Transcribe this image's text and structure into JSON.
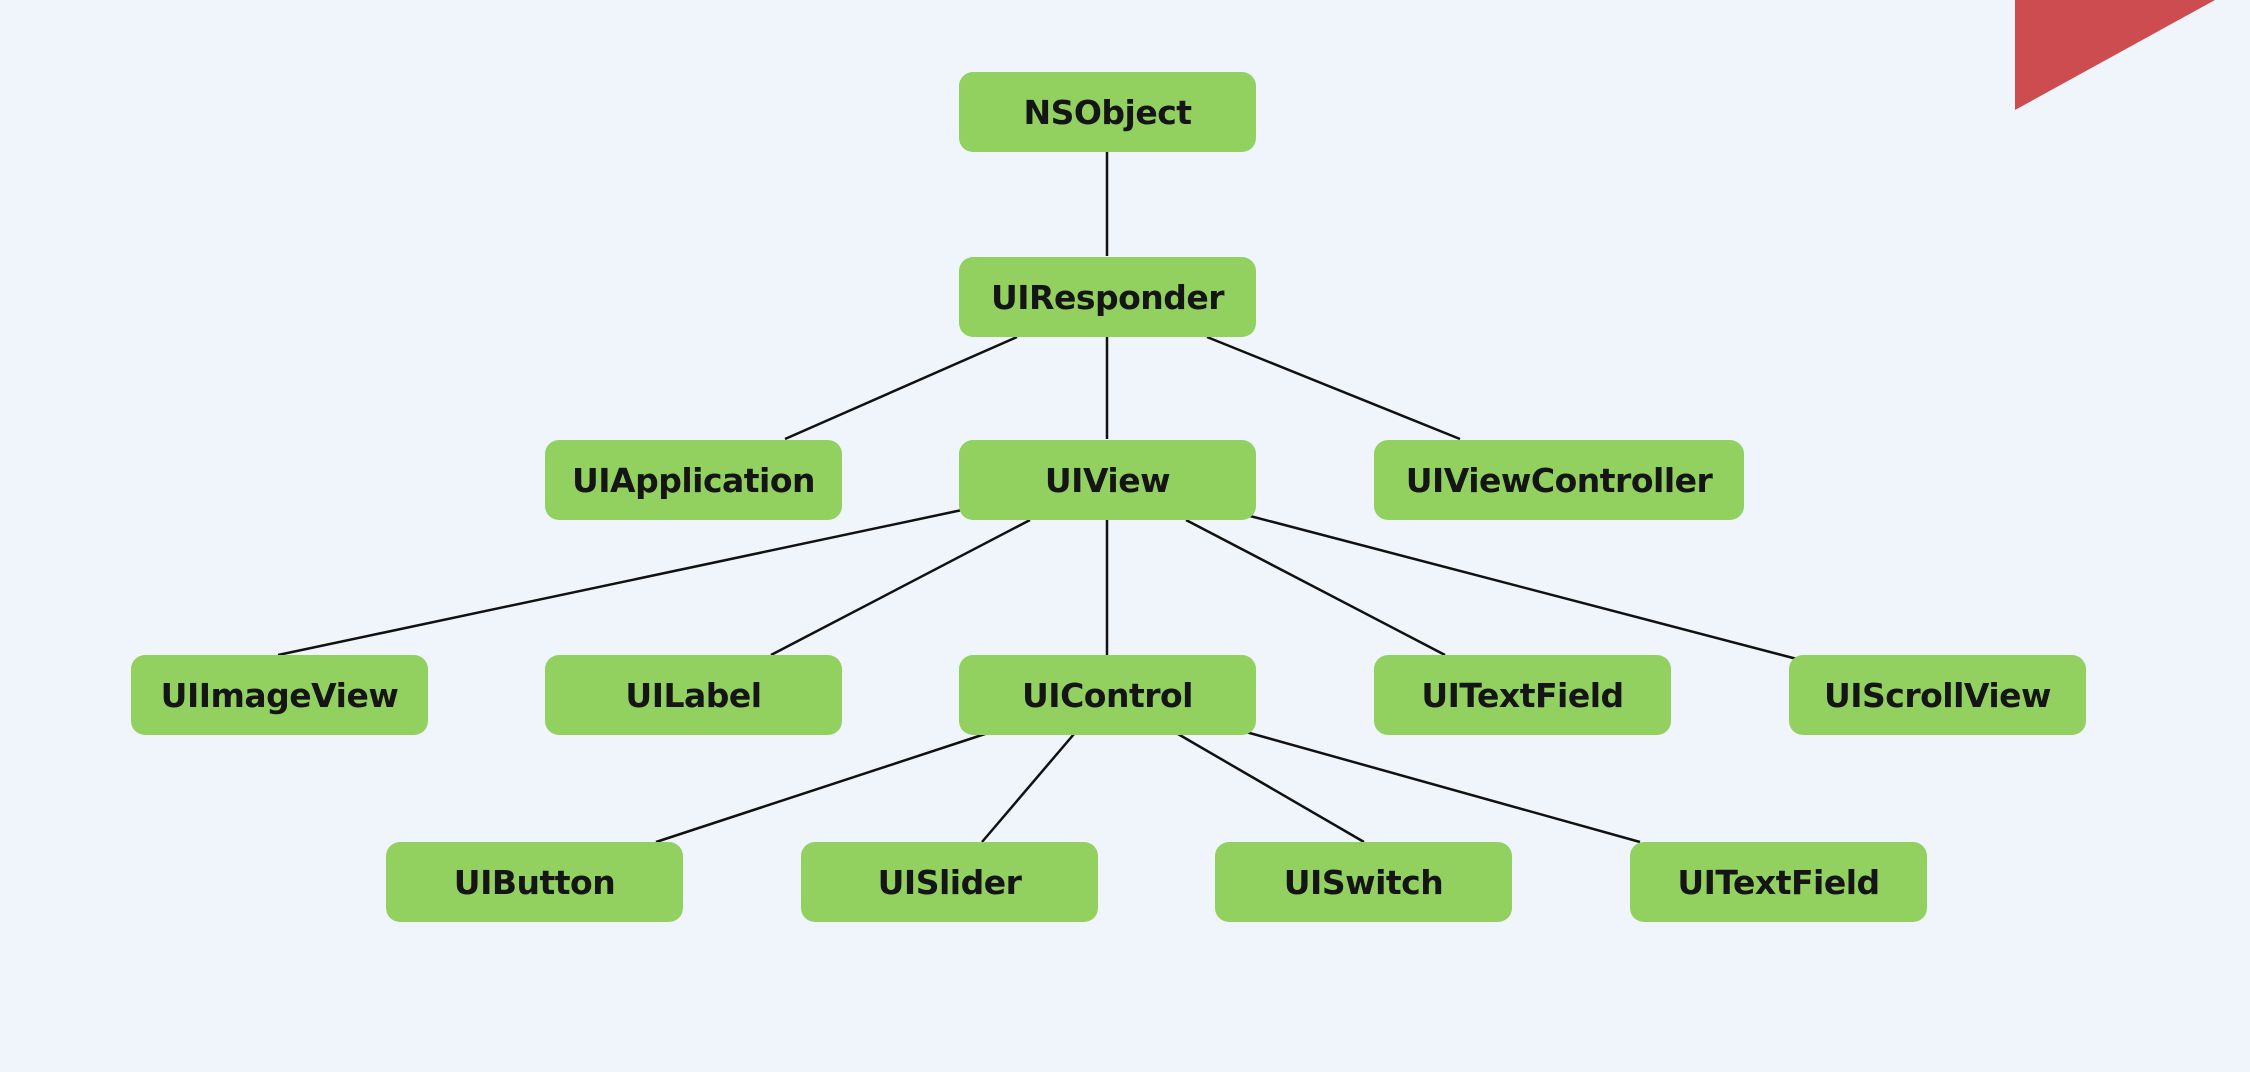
{
  "diagram": {
    "nodes": {
      "nsobject": "NSObject",
      "uiresponder": "UIResponder",
      "uiapplication": "UIApplication",
      "uiview": "UIView",
      "uiviewcontroller": "UIViewController",
      "uiimageview": "UIImageView",
      "uilabel": "UILabel",
      "uicontrol": "UIControl",
      "uitextfield_view": "UITextField",
      "uiscrollview": "UIScrollView",
      "uibutton": "UIButton",
      "uislider": "UISlider",
      "uiswitch": "UISwitch",
      "uitextfield_control": "UITextField"
    },
    "edges": [
      [
        "nsobject",
        "uiresponder"
      ],
      [
        "uiresponder",
        "uiapplication"
      ],
      [
        "uiresponder",
        "uiview"
      ],
      [
        "uiresponder",
        "uiviewcontroller"
      ],
      [
        "uiview",
        "uiimageview"
      ],
      [
        "uiview",
        "uilabel"
      ],
      [
        "uiview",
        "uicontrol"
      ],
      [
        "uiview",
        "uitextfield_view"
      ],
      [
        "uiview",
        "uiscrollview"
      ],
      [
        "uicontrol",
        "uibutton"
      ],
      [
        "uicontrol",
        "uislider"
      ],
      [
        "uicontrol",
        "uiswitch"
      ],
      [
        "uicontrol",
        "uitextfield_control"
      ]
    ]
  },
  "colors": {
    "background": "#f0f4fb",
    "node_fill": "#92d160",
    "node_text": "#151515",
    "edge": "#111111",
    "corner_flag": "#cd4c50"
  }
}
